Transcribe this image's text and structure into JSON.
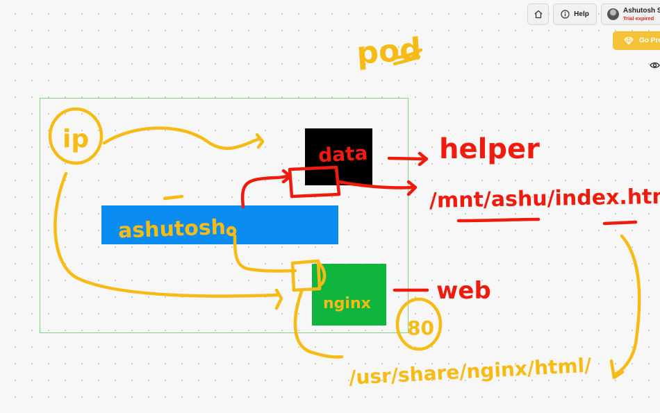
{
  "toolbar": {
    "help_label": "Help",
    "user_name": "Ashutosh S",
    "user_status": "Trial expired",
    "go_pro_label": "Go Pro",
    "icons": [
      "home-icon",
      "info-icon",
      "avatar",
      "diamond-icon",
      "eye-icon"
    ]
  },
  "canvas": {
    "title": "pod",
    "labels": {
      "ip": "ip",
      "data": "data",
      "ashutosh": "ashutosh",
      "nginx": "nginx",
      "helper": "helper",
      "mount_path": "/mnt/ashu/index.html",
      "web": "web",
      "port": "80",
      "nginx_path": "/usr/share/nginx/html/"
    },
    "colors": {
      "yellow_ink": "#f7bb16",
      "red_ink": "#ef1c0e",
      "frame": "#7dd67f",
      "blue_box": "#0a8cf0",
      "black_box": "#000000",
      "green_box": "#10b53e"
    }
  }
}
